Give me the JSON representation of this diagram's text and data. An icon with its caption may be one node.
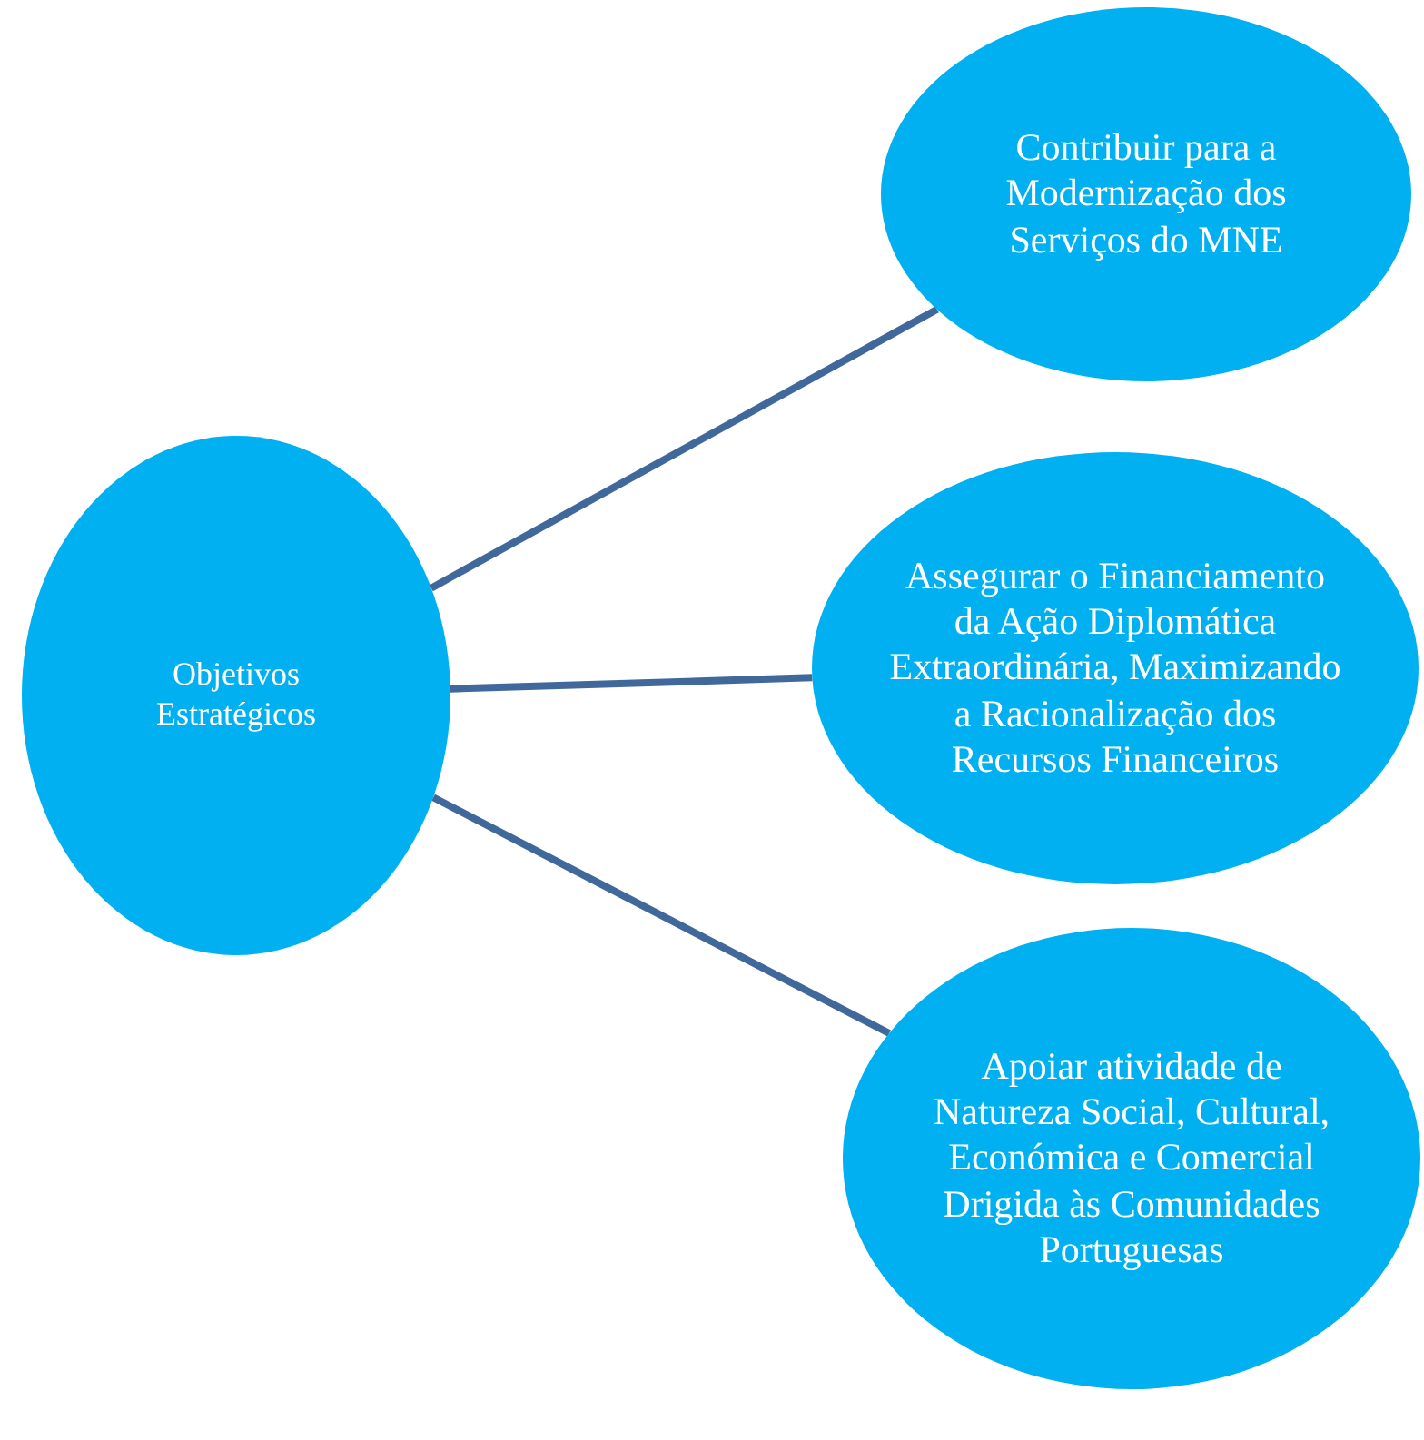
{
  "diagram": {
    "nodes": [
      {
        "text": [
          "Objetivos Estratégicos"
        ]
      },
      {
        "text": [
          "Contribuir para a Modernização dos Serviços do MNE"
        ]
      },
      {
        "text": [
          "Assegurar o Financiamento da Ação Diplomática Extraordinária, Maximizando a Racionalização dos Recursos Financeiros"
        ]
      },
      {
        "text": [
          "Apoiar atividade de Natureza Social, Cultural, Económica e Comercial Drigida às Comunidades Portuguesas"
        ]
      }
    ],
    "edges": [
      {
        "from": 0,
        "to": 1,
        "arrow": "none"
      },
      {
        "from": 0,
        "to": 2,
        "arrow": "none"
      },
      {
        "from": 0,
        "to": 3,
        "arrow": "none"
      }
    ]
  }
}
